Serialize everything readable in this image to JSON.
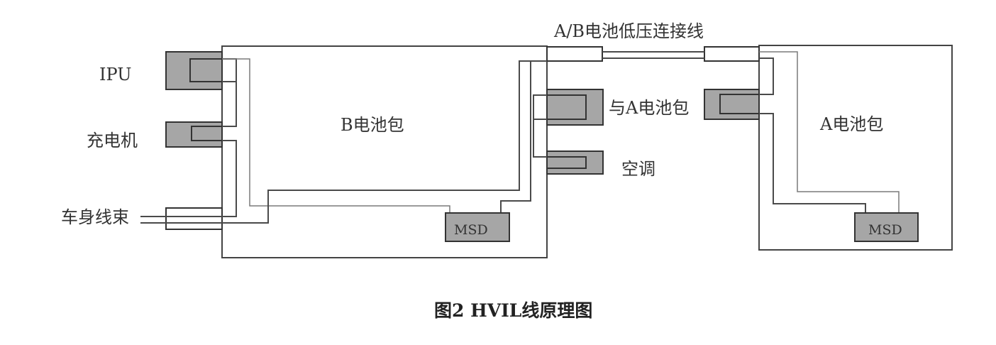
{
  "diagram": {
    "labels": {
      "ipu": "IPU",
      "charger": "充电机",
      "body_harness": "车身线束",
      "b_pack": "B电池包",
      "ab_low_voltage": "A/B电池低压连接线",
      "with_a_pack": "与A电池包",
      "aircon": "空调",
      "a_pack": "A电池包",
      "msd_b": "MSD",
      "msd_a": "MSD"
    },
    "caption": "图2  HVIL线原理图"
  }
}
